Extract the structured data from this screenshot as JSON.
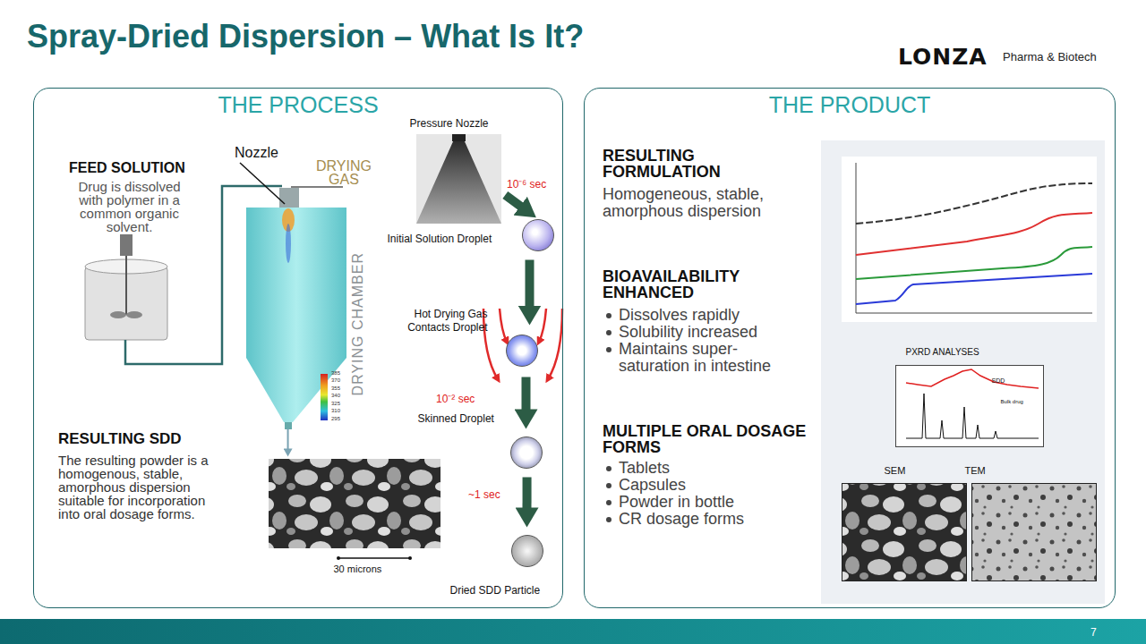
{
  "diagram": {
    "title": "Spray-Dried Dispersion – What Is It?",
    "nodes": [
      {
        "text": [
          "THE PROCESS"
        ]
      },
      {
        "text": [
          "Pressure Nozzle"
        ],
        "in": 0
      },
      {
        "text": [
          "DRYING CHAMBER"
        ],
        "in": 0
      },
      {
        "text": [
          "Initial Solution Droplet"
        ],
        "in": 0
      },
      {
        "text": [
          "Hot Drying Gas Contacts Droplet"
        ],
        "in": 0
      },
      {
        "text": [
          "Skinned Droplet"
        ],
        "in": 0
      },
      {
        "text": [
          "30 microns"
        ],
        "in": 0
      },
      {
        "text": [
          "Dried SDD Particle"
        ],
        "in": 0
      },
      {
        "text": [
          "THE PRODUCT"
        ]
      },
      {
        "text": [
          "PXRD ANALYSES",
          "SDD",
          "Bulk drug"
        ],
        "in": 8
      },
      {
        "text": [
          "SEM"
        ],
        "in": 8
      },
      {
        "text": [
          "TEM"
        ],
        "in": 8
      }
    ],
    "edges": [
      {
        "from": 1,
        "to": 3,
        "arrow": "to",
        "label": "10⁻⁶ sec"
      },
      {
        "from": 3,
        "to": 4,
        "arrow": "to"
      },
      {
        "from": 4,
        "to": 5,
        "arrow": "to",
        "label": "10⁻² sec"
      },
      {
        "from": 5,
        "to": 7,
        "arrow": "to",
        "label": "~1 sec"
      },
      {
        "from": 2,
        "to": 6,
        "arrow": "to"
      }
    ],
    "labels": [
      "LONZA",
      "Pharma & Biotech",
      "Nozzle",
      "DRYING GAS",
      "FEED SOLUTION",
      "Drug is dissolved with polymer in a common organic solvent.",
      "385",
      "370",
      "355",
      "340",
      "325",
      "310",
      "295",
      "RESULTING SDD",
      "The resulting powder is a homogenous, stable, amorphous dispersion suitable for incorporation into oral dosage forms.",
      "RESULTING FORMULATION",
      "Homogeneous, stable, amorphous dispersion",
      "BIOAVAILABILITY ENHANCED",
      "Dissolves rapidly",
      "Solubility increased",
      "Maintains super- saturation in intestine",
      "MULTIPLE ORAL DOSAGE FORMS",
      "Tablets",
      "Capsules",
      "Powder in bottle",
      "CR dosage forms",
      "7"
    ]
  }
}
